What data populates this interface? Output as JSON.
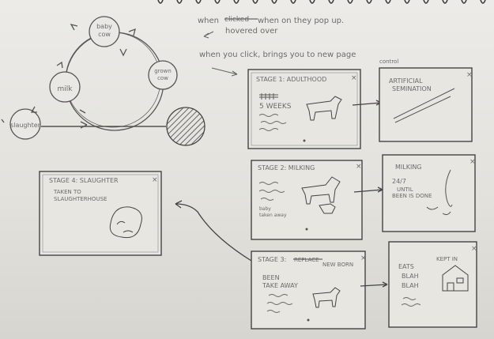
{
  "cycle": {
    "top": [
      "baby",
      "cow"
    ],
    "right": [
      "grown",
      "cow"
    ],
    "left": "milk",
    "bottom_left": "slaughter"
  },
  "notes": {
    "hover_strike": "clicked",
    "hover_line1": "when on they pop up.",
    "hover_line2": "hovered over",
    "click_line": "when you click, brings you to new page",
    "control": "control"
  },
  "stage1": {
    "title": "STAGE 1: ADULTHOOD",
    "weeks": "5 WEEKS",
    "close": "×"
  },
  "stage1_popup": {
    "title_line1": "ARTIFICIAL",
    "title_line2": "SEMINATION",
    "close": "×"
  },
  "stage2": {
    "title": "STAGE 2: MILKING",
    "note_line1": "baby",
    "note_line2": "taken away",
    "close": "×"
  },
  "stage2_popup": {
    "title": "MILKING",
    "line1": "24/7",
    "line2": "UNTIL",
    "line3": "BEEN IS DONE",
    "close": "×"
  },
  "stage3": {
    "title_prefix": "STAGE 3:",
    "title_strike": "REPLACE",
    "title_new": "NEW BORN",
    "line1": "BEEN",
    "line2": "TAKE AWAY",
    "close": "×"
  },
  "stage3_popup": {
    "line1": "EATS",
    "line2": "BLAH",
    "line3": "BLAH",
    "keep_label": "KEPT IN",
    "close": "×"
  },
  "stage4": {
    "title": "STAGE 4: SLAUGHTER",
    "line1": "TAKEN TO",
    "line2": "SLAUGHTERHOUSE",
    "close": "×"
  }
}
